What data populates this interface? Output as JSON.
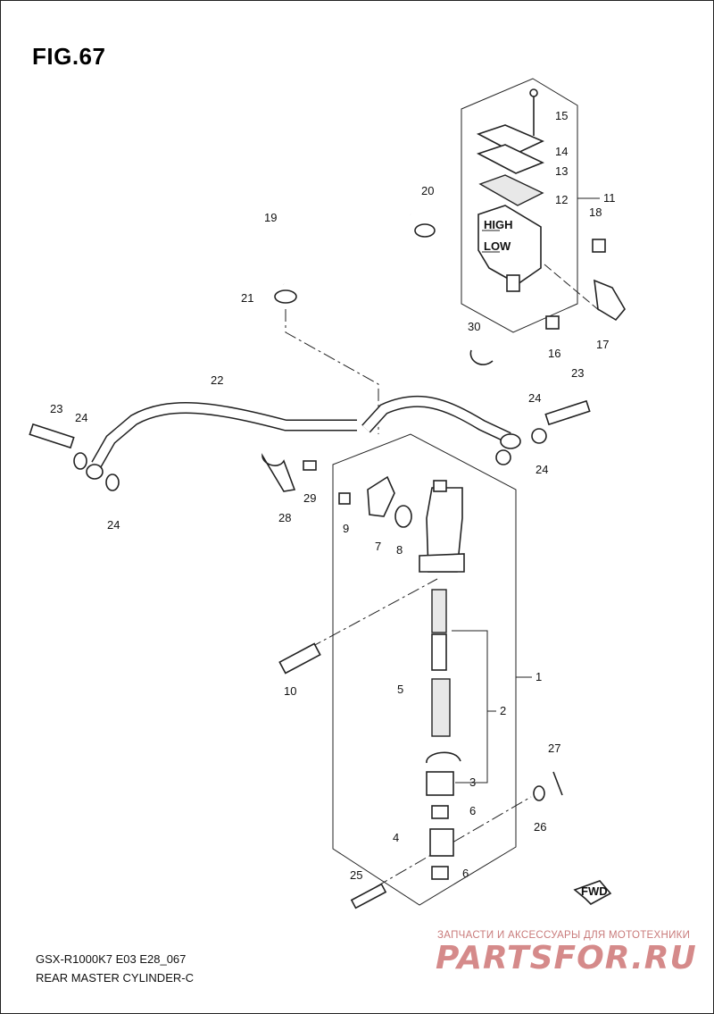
{
  "title": "FIG.67",
  "model_code": "GSX-R1000K7 E03 E28_067",
  "caption": "REAR MASTER CYLINDER-C",
  "watermark": {
    "line1": "ЗАПЧАСТИ И АКСЕССУАРЫ ДЛЯ МОТОТЕХНИКИ",
    "line2": "PARTSFOR.RU"
  },
  "fwd_label": "FWD",
  "reservoir_marks": {
    "high": "HIGH",
    "low": "LOW"
  },
  "callouts": [
    "1",
    "2",
    "3",
    "4",
    "5",
    "6",
    "6",
    "7",
    "8",
    "9",
    "10",
    "11",
    "12",
    "13",
    "14",
    "15",
    "16",
    "17",
    "18",
    "19",
    "20",
    "21",
    "22",
    "23",
    "23",
    "24",
    "24",
    "24",
    "24",
    "25",
    "26",
    "27",
    "28",
    "29",
    "30"
  ]
}
